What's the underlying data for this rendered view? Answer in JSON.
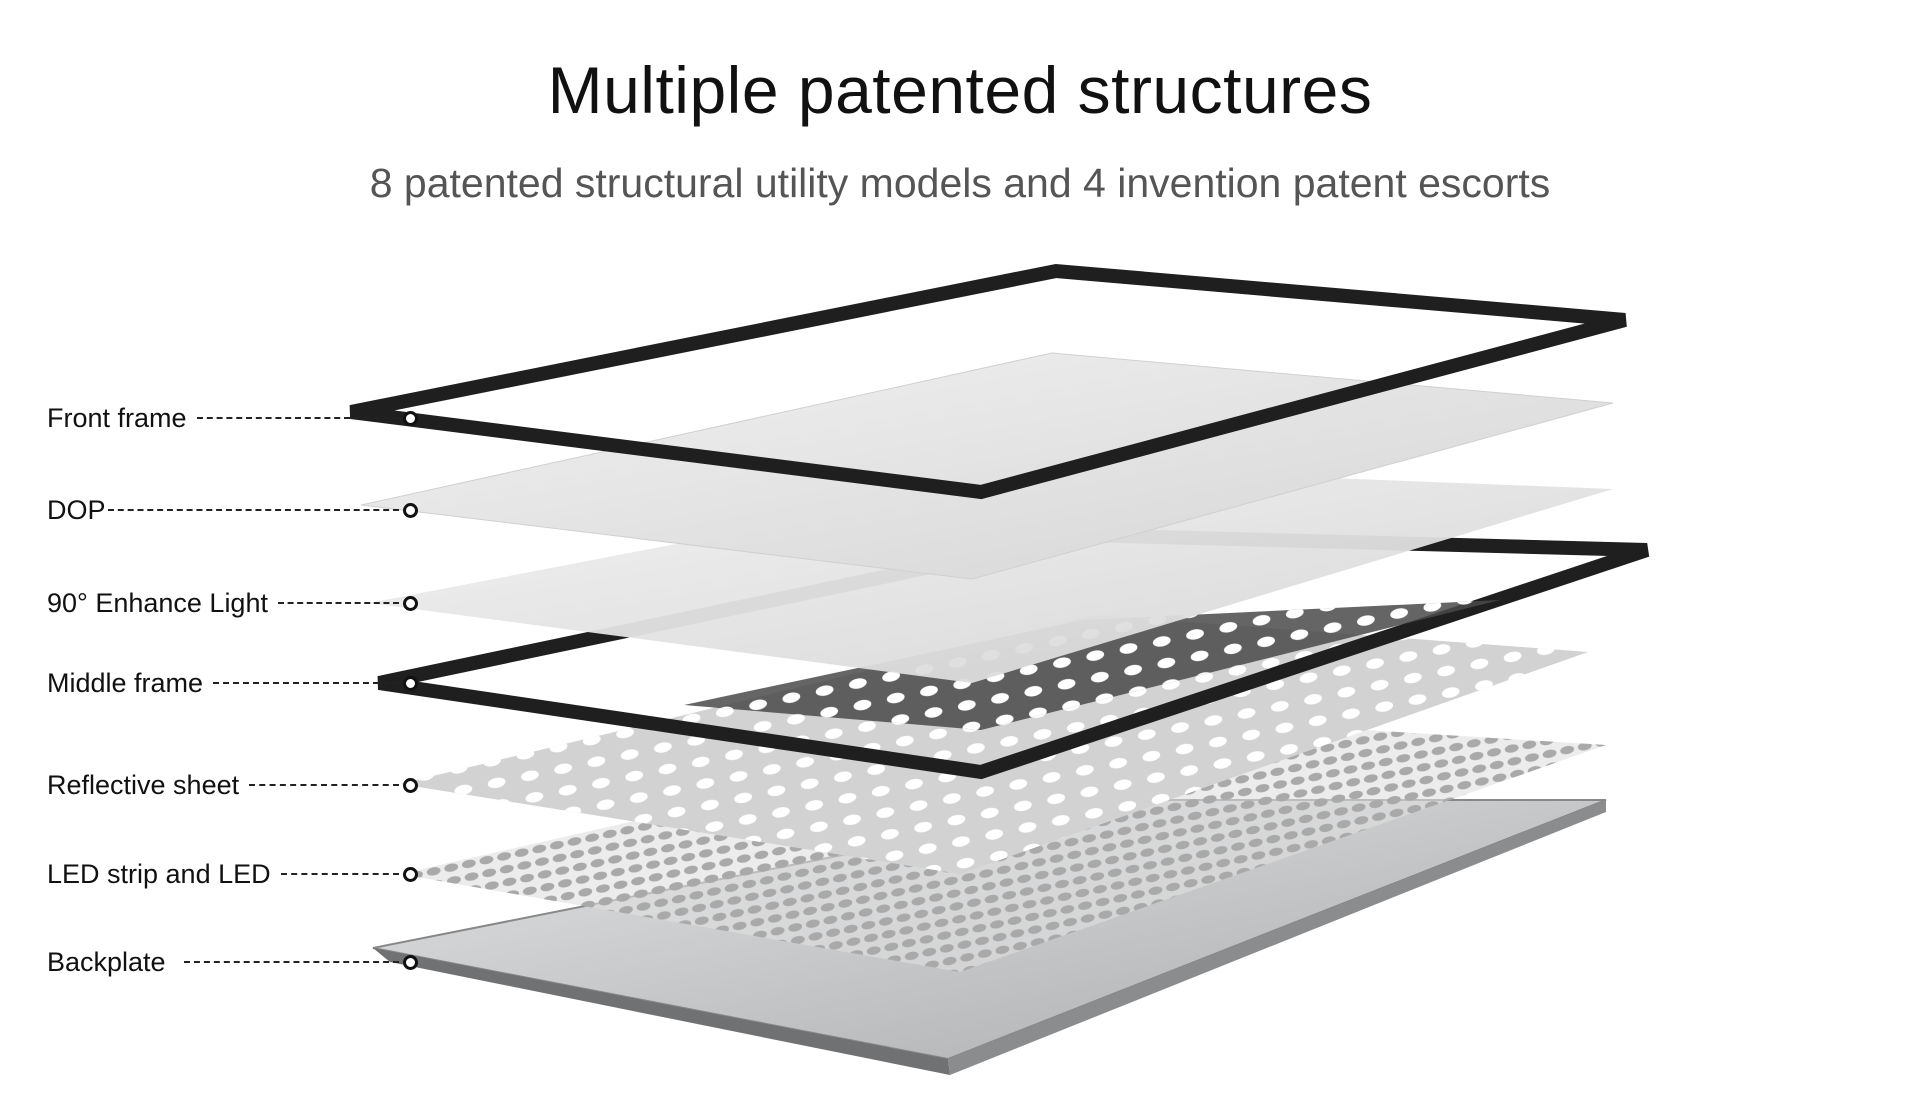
{
  "header": {
    "title": "Multiple patented structures",
    "subtitle": "8 patented structural utility models and 4 invention patent escorts"
  },
  "labels": [
    {
      "text": "Front frame"
    },
    {
      "text": "DOP"
    },
    {
      "text": "90° Enhance Light"
    },
    {
      "text": "Middle frame"
    },
    {
      "text": "Reflective sheet"
    },
    {
      "text": "LED strip and LED"
    },
    {
      "text": "Backplate"
    }
  ],
  "colors": {
    "frame": "#1f1f1f",
    "sheet": "#e4e4e4",
    "metal": "#c8cacc"
  }
}
